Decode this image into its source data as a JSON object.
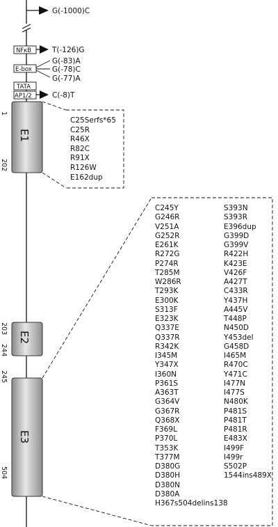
{
  "promoter": {
    "top_variant": "G(-1000)C",
    "boxes": [
      "NFκB",
      "E-box",
      "TATA",
      "AP1/2"
    ],
    "variants_nfkb": "T(-126)G",
    "variants_ebox": [
      "G(-83)A",
      "G(-78)C",
      "G(-77)A"
    ],
    "variants_ap12": "C(-8)T"
  },
  "exons": [
    {
      "label": "E1",
      "start": "1",
      "end": "202"
    },
    {
      "label": "E2",
      "start": "203",
      "end": "244"
    },
    {
      "label": "E3",
      "start": "245",
      "end": "504"
    }
  ],
  "e1_mutations": [
    "C25Serfs*65",
    "C25R",
    "R46X",
    "R82C",
    "R91X",
    "R126W",
    "E162dup"
  ],
  "e3_mutations_col1": [
    "C245Y",
    "G246R",
    "V251A",
    "G252R",
    "E261K",
    "R272G",
    "P274R",
    "T285M",
    "W286R",
    "T293K",
    "E300K",
    "S313F",
    "E323K",
    "Q337E",
    "Q337R",
    "R342K",
    "I345M",
    "Y347X",
    "I360N",
    "P361S",
    "A363T",
    "G364V",
    "G367R",
    "Q368X",
    "F369L",
    "P370L",
    "T353K",
    "T377M",
    "D380G",
    "D380H",
    "D380N",
    "D380A",
    "H367s504delins138"
  ],
  "e3_mutations_col2": [
    "S393N",
    "S393R",
    "E396dup",
    "G399D",
    "G399V",
    "R422H",
    "K423E",
    "V426F",
    "A427T",
    "C433R",
    "Y437H",
    "A445V",
    "T448P",
    "N450D",
    "Y453del",
    "G458D",
    "I465M",
    "R470C",
    "Y471C",
    "I477N",
    "I477S",
    "N480K",
    "P481S",
    "P481T",
    "P481R",
    "E483X",
    "I499F",
    "I499r",
    "S502P",
    "1544ins489X"
  ]
}
